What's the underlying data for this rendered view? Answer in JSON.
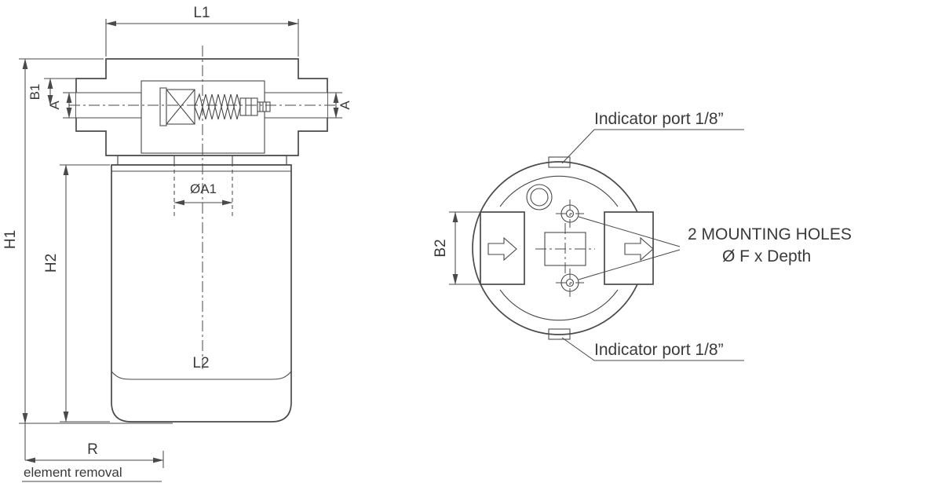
{
  "side_view": {
    "L1": "L1",
    "B1": "B1",
    "A_left": "A",
    "A_right": "A",
    "OA1": "ØA1",
    "H1": "H1",
    "H2": "H2",
    "L2": "L2",
    "R": "R",
    "element_removal": "element removal"
  },
  "top_view": {
    "indicator_port_top": "Indicator port 1/8”",
    "indicator_port_bottom": "Indicator port 1/8”",
    "mounting_line1": "2 MOUNTING HOLES",
    "mounting_line2": "Ø F x Depth",
    "B2": "B2"
  },
  "colors": {
    "line": "#4a4a4a",
    "text": "#3a3a3c",
    "background": "#ffffff"
  }
}
